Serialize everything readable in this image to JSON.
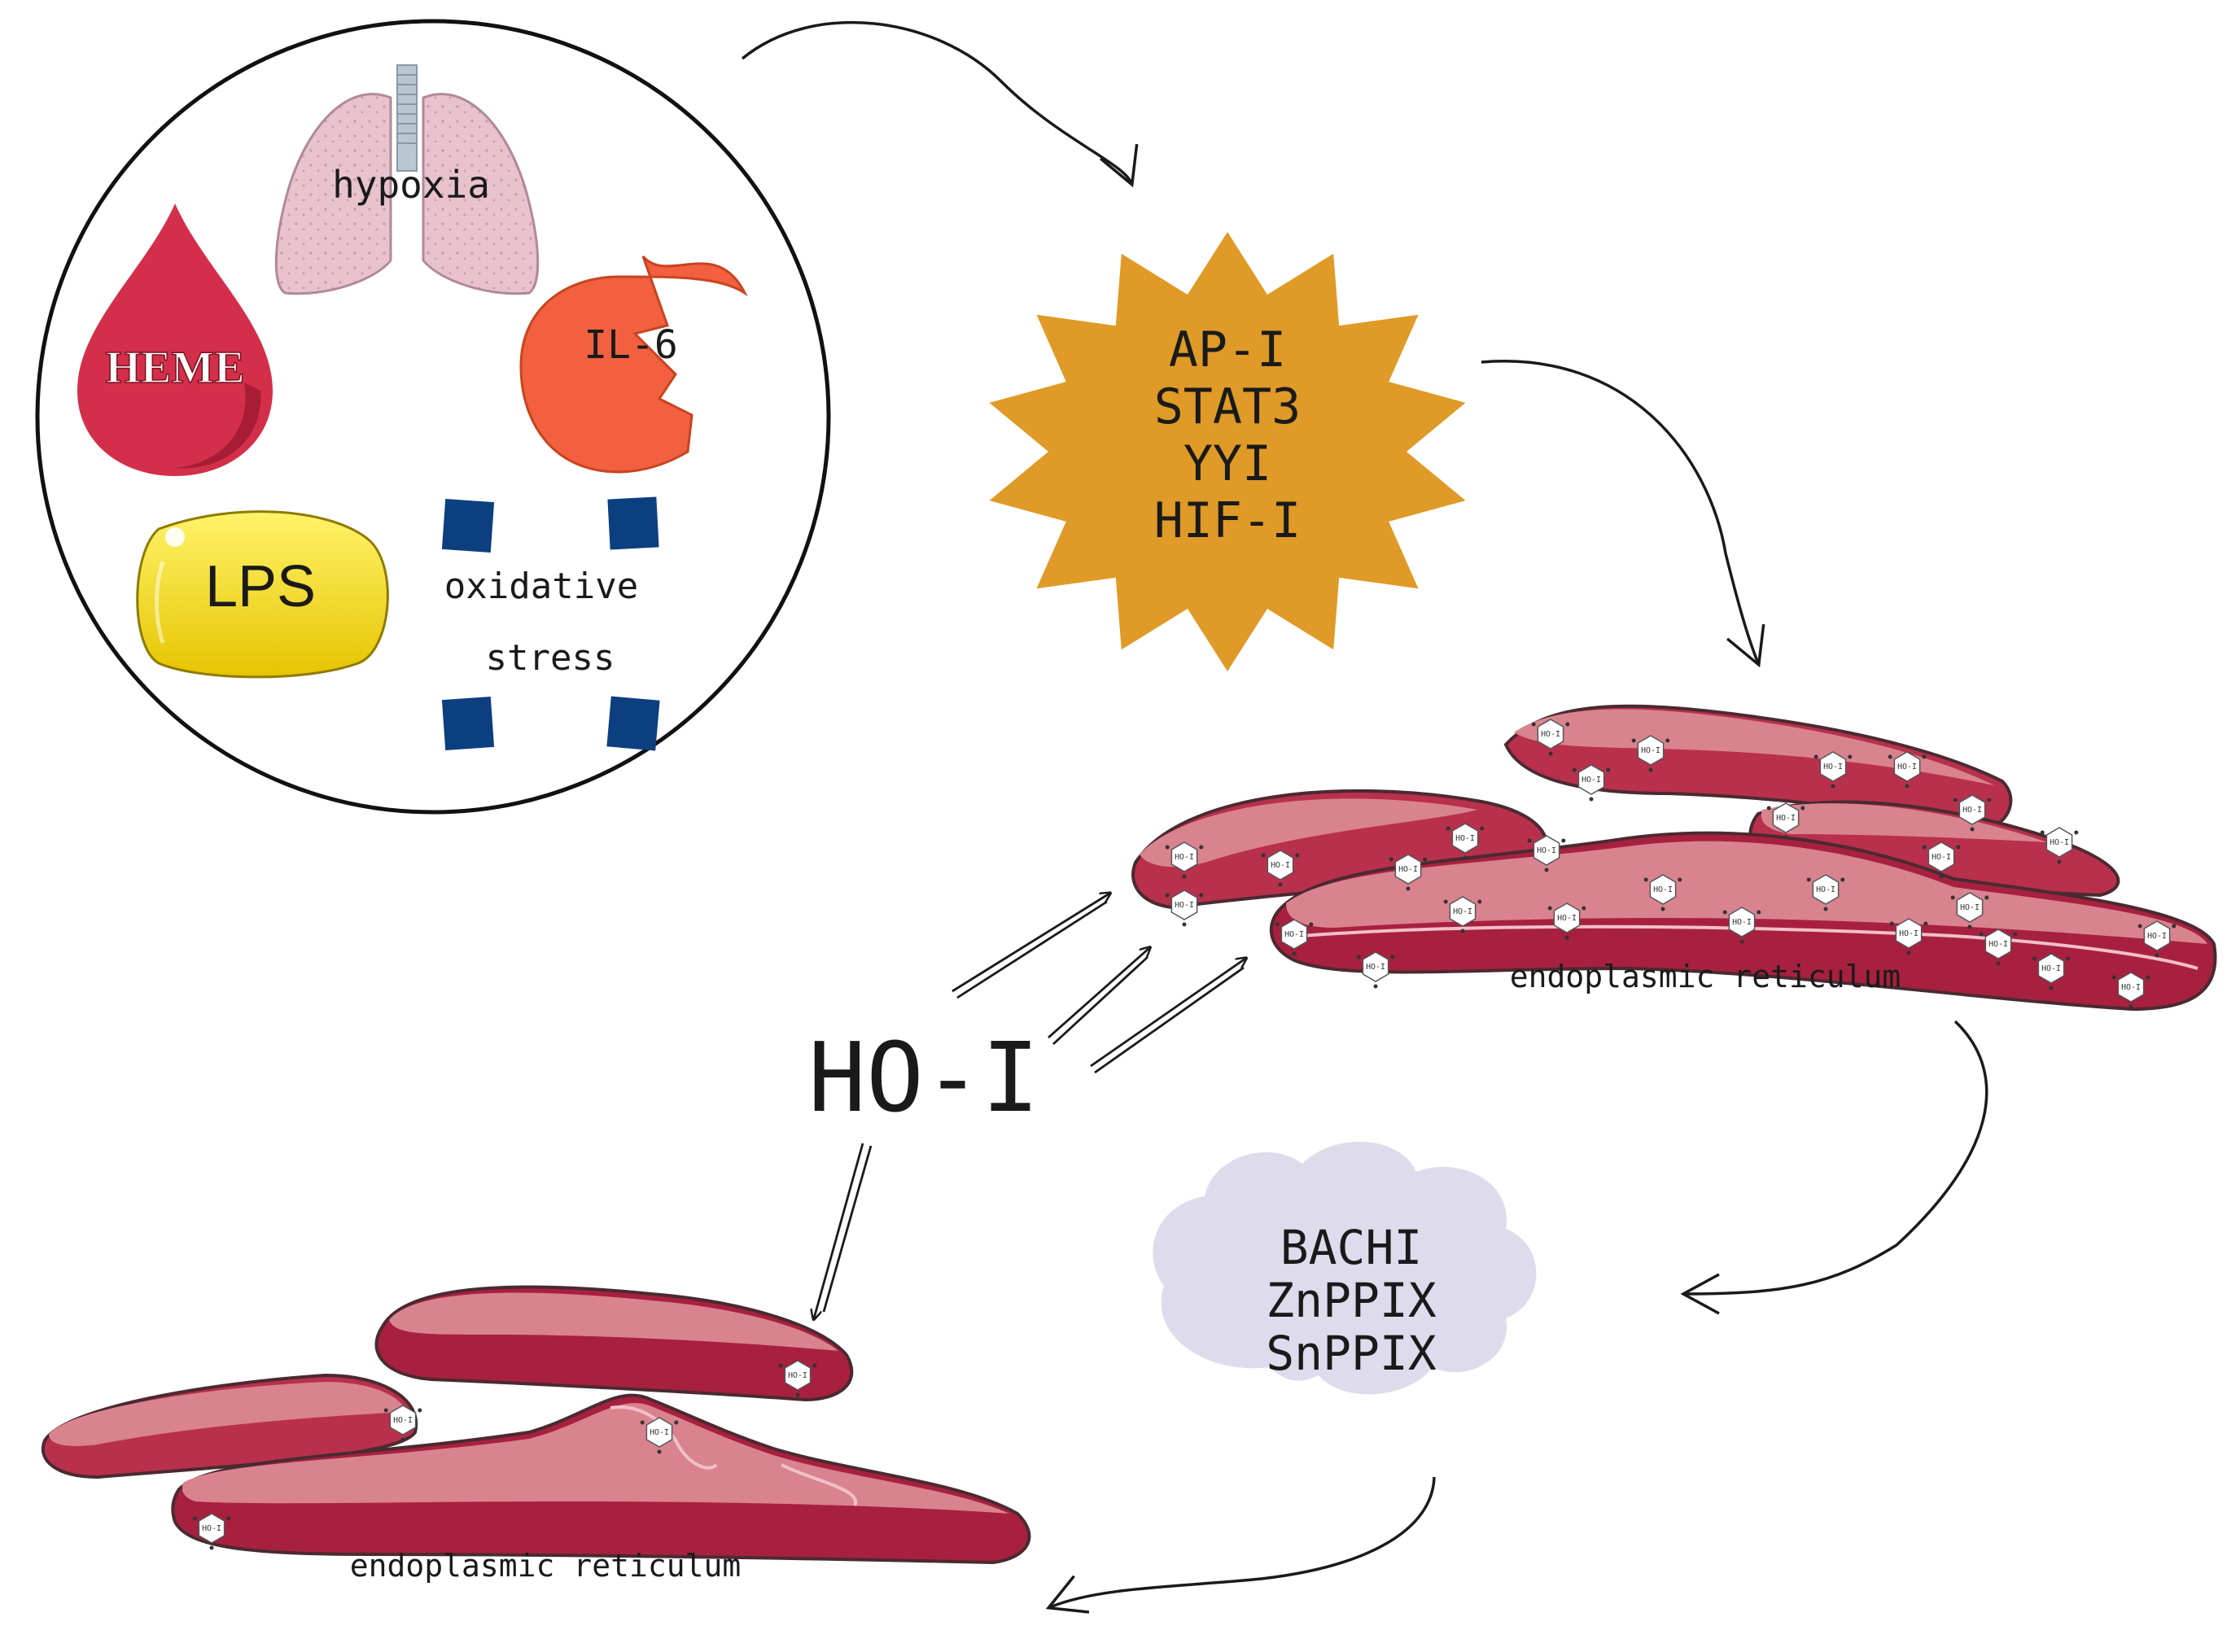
{
  "inducers": {
    "hypoxia": "hypoxia",
    "heme": "HEME",
    "il6": "IL-6",
    "lps": "LPS",
    "oxidative_line1": "oxidative",
    "oxidative_line2": "stress"
  },
  "transcription_factors": [
    "AP-I",
    "STAT3",
    "YYI",
    "HIF-I"
  ],
  "inhibitors": [
    "BACHI",
    "ZnPPIX",
    "SnPPIX"
  ],
  "central_label": "HO-I",
  "er_label_top": "endoplasmic reticulum",
  "er_label_bottom": "endoplasmic reticulum",
  "enzyme_tag": "HO-I",
  "colors": {
    "heme": "#d42f4a",
    "il6": "#f2603f",
    "lps": "#f5d90a",
    "oxidative": "#0c3f80",
    "star": "#df9a27",
    "cloud": "#dedcec",
    "er_light": "#d9838f",
    "er_dark": "#a8203f",
    "lung": "#e8c3cd"
  }
}
